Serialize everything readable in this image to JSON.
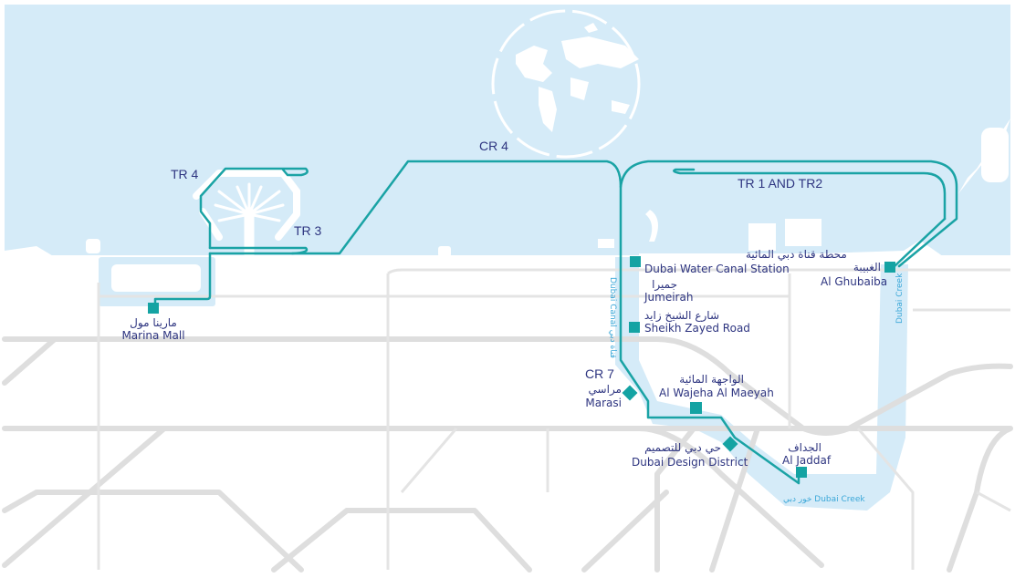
{
  "map": {
    "routes": {
      "tr4": "TR 4",
      "tr3": "TR 3",
      "cr4": "CR 4",
      "tr1_tr2": "TR 1 AND TR2",
      "cr7": "CR 7"
    },
    "stations": [
      {
        "ar": "مارينا مول",
        "en": "Marina Mall"
      },
      {
        "ar": "محطة قناة دبي المائية",
        "en": "Dubai Water Canal Station"
      },
      {
        "ar": "جميرا",
        "en": "Jumeirah"
      },
      {
        "ar": "شارع الشيخ زايد",
        "en": "Sheikh Zayed Road"
      },
      {
        "ar": "مراسي",
        "en": "Marasi"
      },
      {
        "ar": "الواجهة المائية",
        "en": "Al Wajeha Al Maeyah"
      },
      {
        "ar": "حي دبي للتصميم",
        "en": "Dubai Design District"
      },
      {
        "ar": "الجداف",
        "en": "Al Jaddaf"
      },
      {
        "ar": "الغبيبة",
        "en": "Al Ghubaiba"
      }
    ],
    "water_labels": {
      "dubai_canal": "Dubai Canal قناة دبي",
      "dubai_creek_vertical": "Dubai Creek",
      "dubai_creek_bottom": "خور دبي Dubai Creek"
    },
    "colors": {
      "route": "#1aa3a5",
      "water": "#d5ebf8",
      "text": "#2e3580",
      "road": "#dedede"
    }
  }
}
